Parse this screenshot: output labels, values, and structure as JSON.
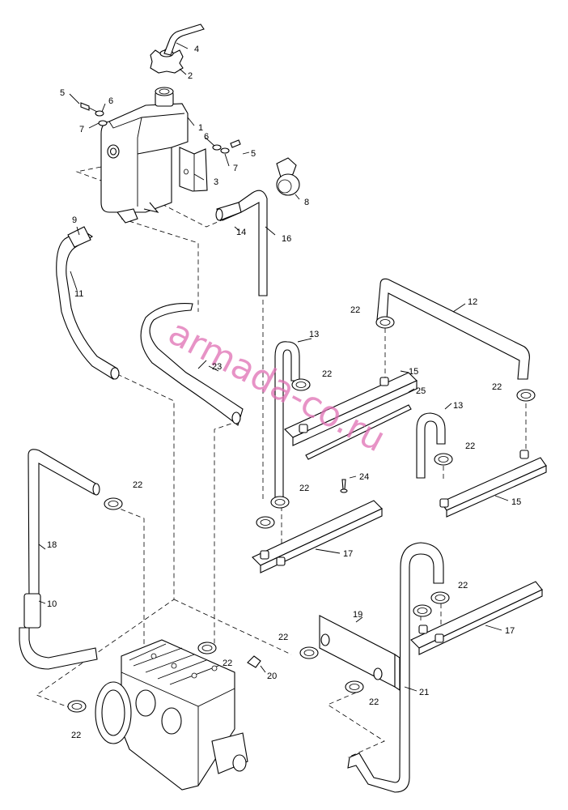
{
  "watermark": "armada-co.ru",
  "callouts": {
    "c1": "1",
    "c2": "2",
    "c3": "3",
    "c4": "4",
    "c5a": "5",
    "c5b": "5",
    "c6a": "6",
    "c6b": "6",
    "c7a": "7",
    "c7b": "7",
    "c8": "8",
    "c9": "9",
    "c10": "10",
    "c11": "11",
    "c12": "12",
    "c13a": "13",
    "c13b": "13",
    "c14": "14",
    "c15a": "15",
    "c15b": "15",
    "c16": "16",
    "c17a": "17",
    "c17b": "17",
    "c18": "18",
    "c19": "19",
    "c20": "20",
    "c21": "21",
    "c22a": "22",
    "c22b": "22",
    "c22c": "22",
    "c22d": "22",
    "c22e": "22",
    "c22f": "22",
    "c22g": "22",
    "c22h": "22",
    "c22i": "22",
    "c22j": "22",
    "c23": "23",
    "c24": "24",
    "c25": "25"
  }
}
